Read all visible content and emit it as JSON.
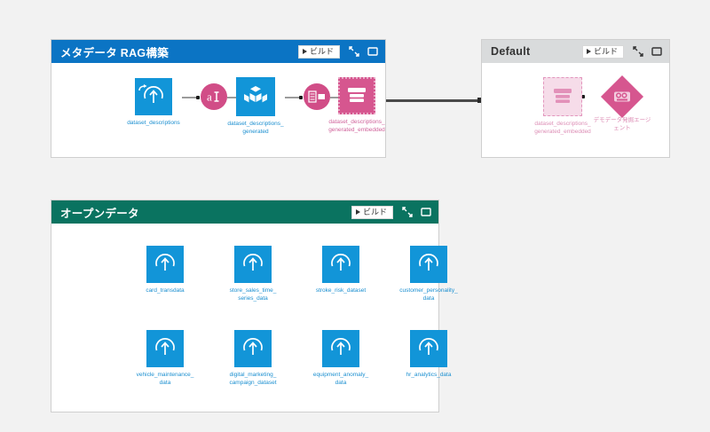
{
  "colors": {
    "background": "#f2f2f2",
    "panel_blue": "#0b74c4",
    "panel_grey": "#d9dbdc",
    "panel_teal": "#0a7360",
    "node_blue": "#1295d8",
    "node_pink": "#d6568f",
    "node_pink_light": "#f6dce9",
    "label_blue": "#1b8fd0",
    "label_pink": "#d0639b",
    "edge_grey": "#9b9b9b",
    "edge_dark": "#4a4a4a"
  },
  "common": {
    "build_label": "ビルド",
    "play_icon": "play-triangle-icon",
    "collapse_icon": "collapse-arrows-icon",
    "maximize_icon": "maximize-window-icon"
  },
  "panels": [
    {
      "id": "metadata-rag",
      "title": "メタデータ RAG構築",
      "header_style": "blue",
      "nodes": [
        {
          "name": "dataset_descriptions",
          "label": "dataset_descriptions",
          "shape": "square-blue-upload",
          "label_color": "blue"
        },
        {
          "name": "text-transform",
          "label": "",
          "shape": "circle-pink-text",
          "label_color": "pink"
        },
        {
          "name": "dataset_descriptions_generated",
          "label": "dataset_descriptions_\ngenerated",
          "shape": "square-blue-cubes",
          "label_color": "blue"
        },
        {
          "name": "table-transform",
          "label": "",
          "shape": "circle-pink-table",
          "label_color": "pink"
        },
        {
          "name": "dataset_descriptions_generated_embedded",
          "label": "dataset_descriptions_\ngenerated_embedded",
          "shape": "square-pink-dashed-db",
          "label_color": "pink"
        }
      ]
    },
    {
      "id": "default",
      "title": "Default",
      "header_style": "grey",
      "nodes": [
        {
          "name": "dataset_descriptions_generated_embedded_ref",
          "label": "dataset_descriptions_\ngenerated_embedded",
          "shape": "square-pink-light-db",
          "label_color": "pink-soft"
        },
        {
          "name": "demo-data-discovery-agent",
          "label": "デモデータ発掘エージ\nェント",
          "shape": "diamond-pink-agent",
          "label_color": "pink-soft"
        }
      ]
    },
    {
      "id": "open-data",
      "title": "オープンデータ",
      "header_style": "teal",
      "nodes": [
        {
          "name": "card_transdata",
          "label": "card_transdata",
          "shape": "square-blue-upload",
          "label_color": "blue"
        },
        {
          "name": "store_sales_time_series_data",
          "label": "store_sales_time_\nseries_data",
          "shape": "square-blue-upload",
          "label_color": "blue"
        },
        {
          "name": "stroke_risk_dataset",
          "label": "stroke_risk_dataset",
          "shape": "square-blue-upload",
          "label_color": "blue"
        },
        {
          "name": "customer_personality_data",
          "label": "customer_personality_\ndata",
          "shape": "square-blue-upload",
          "label_color": "blue"
        },
        {
          "name": "vehicle_maintenance_data",
          "label": "vehicle_maintenance_\ndata",
          "shape": "square-blue-upload",
          "label_color": "blue"
        },
        {
          "name": "digital_marketing_campaign_dataset",
          "label": "digital_marketing_\ncampaign_dataset",
          "shape": "square-blue-upload",
          "label_color": "blue"
        },
        {
          "name": "equipment_anomaly_data",
          "label": "equipment_anomaly_\ndata",
          "shape": "square-blue-upload",
          "label_color": "blue"
        },
        {
          "name": "hr_analytics_data",
          "label": "hr_analytics_data",
          "shape": "square-blue-upload",
          "label_color": "blue"
        }
      ]
    }
  ]
}
